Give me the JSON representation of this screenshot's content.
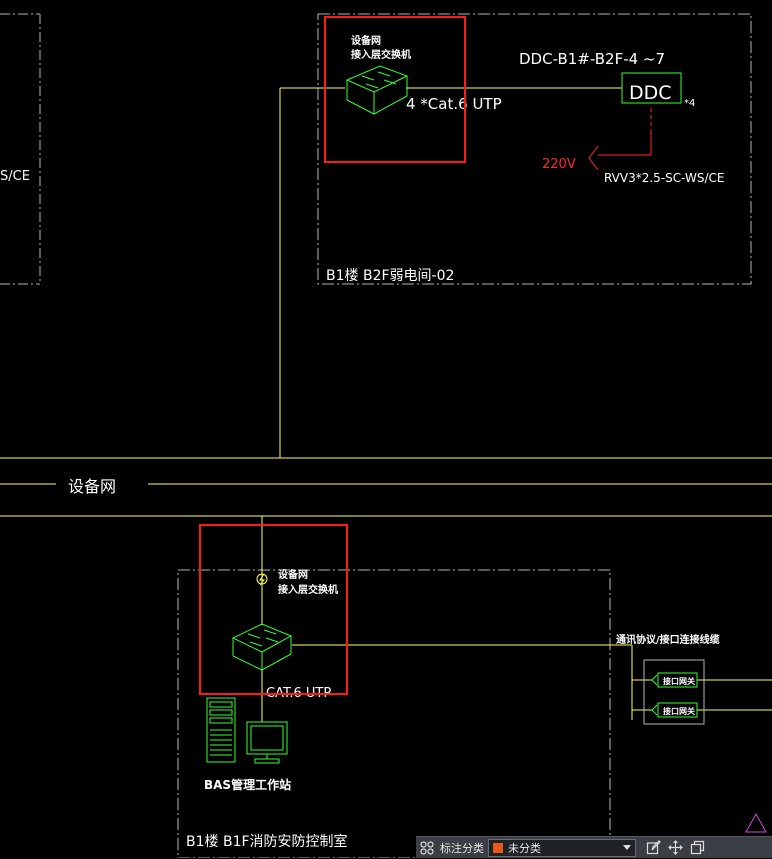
{
  "drawing": {
    "left_partial_label": "S/CE",
    "room1": {
      "label": "B1楼  B2F弱电间-02",
      "switch_label_line1": "设备网",
      "switch_label_line2": "接入层交换机",
      "cable_label": "4 *Cat.6  UTP",
      "ddc_title": "DDC-B1#-B2F-4 ~7",
      "ddc_box": "DDC",
      "ddc_count": "*4",
      "voltage": "220V",
      "power_cable": "RVV3*2.5-SC-WS/CE"
    },
    "backbone_label": "设备网",
    "room2": {
      "label": "B1楼  B1F消防安防控制室",
      "switch_label_line1": "设备网",
      "switch_label_line2": "接入层交换机",
      "cable_label": "CAT.6  UTP",
      "workstation_label": "BAS管理工作站",
      "comm_label": "通讯协议/接口连接线缆",
      "gateway1": "接口网关",
      "gateway2": "接口网关"
    }
  },
  "toolbar": {
    "grid_icon": "grid-icon",
    "label": "标注分类",
    "select_value": "未分类",
    "swatch_color": "#e85a1a",
    "icons": [
      "edit-icon",
      "move-icon",
      "copy-icon"
    ]
  },
  "colors": {
    "line_yellow": "#ffff55",
    "device_green": "#33ff33",
    "highlight_red": "#ff1a1a",
    "frame_grey": "#b4b4b4"
  }
}
